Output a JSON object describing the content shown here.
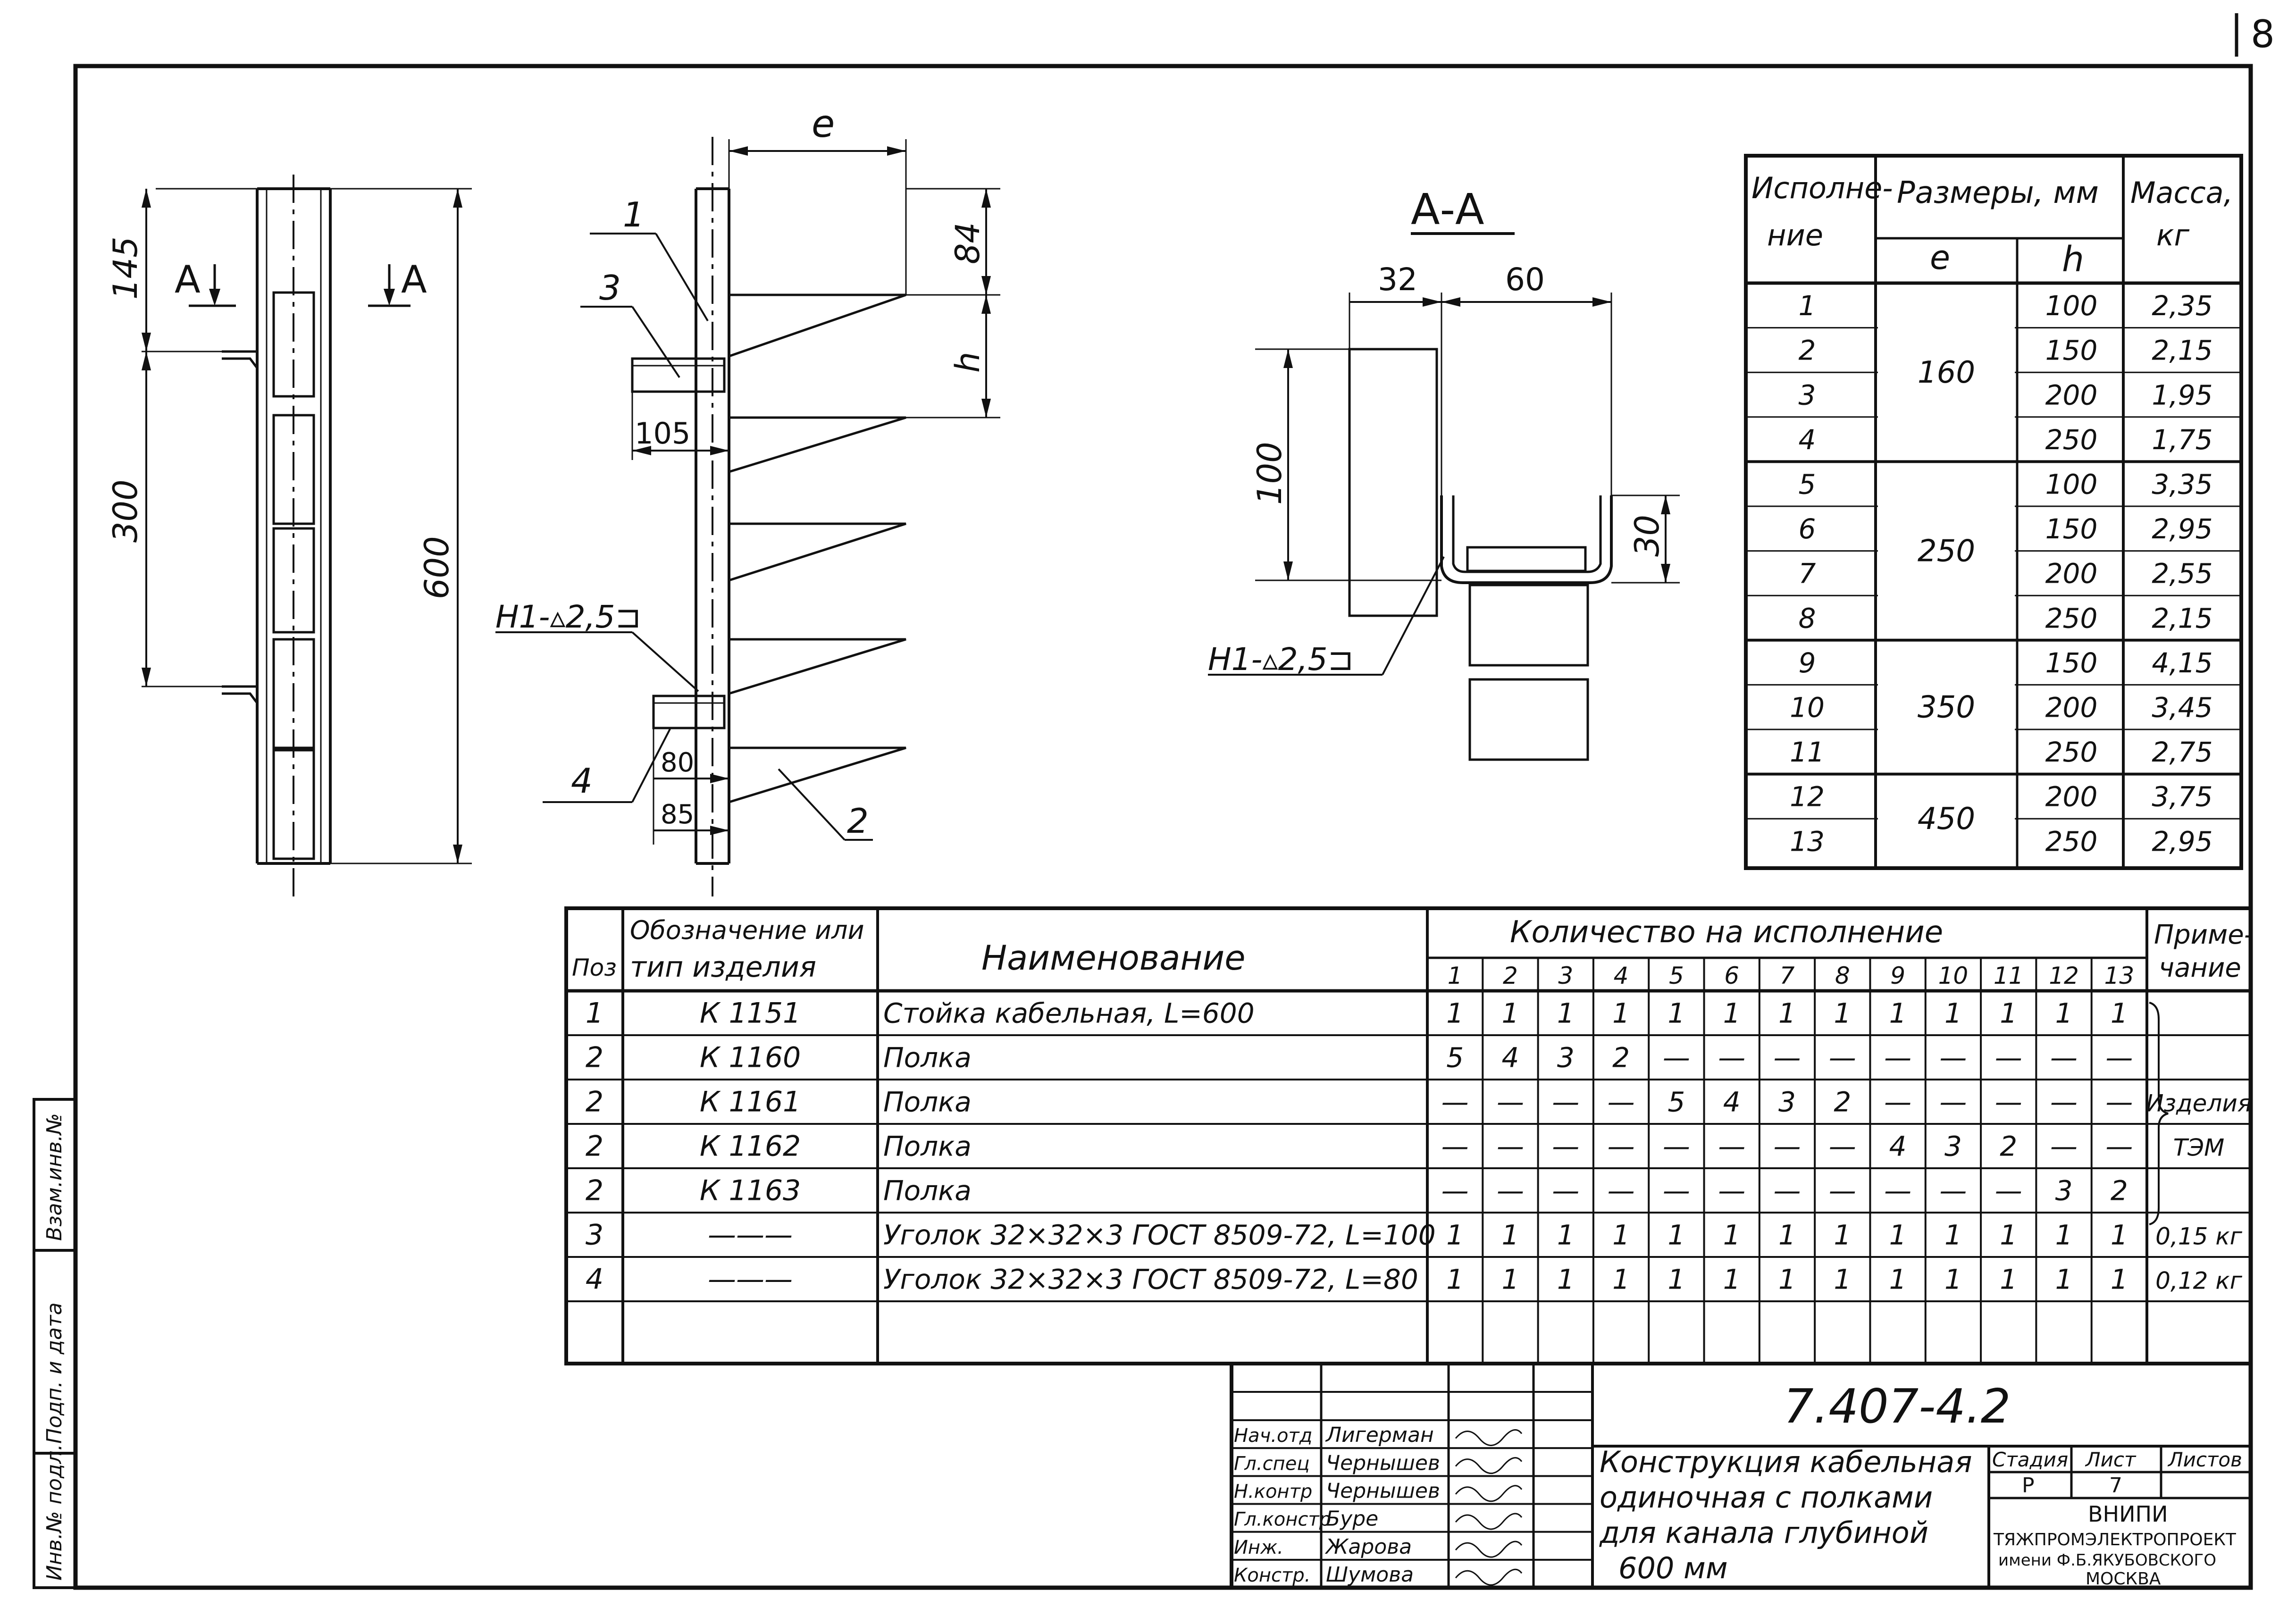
{
  "page_number": "8",
  "views": {
    "left": {
      "dim_145": "145",
      "dim_300": "300",
      "dim_600": "600",
      "section_mark": "A"
    },
    "middle": {
      "dim_e": "e",
      "dim_84": "84",
      "dim_h": "h",
      "dim_105": "105",
      "dim_80": "80",
      "dim_85": "85",
      "weld_note": "Н1-▵2,5⊐",
      "pos_1": "1",
      "pos_2": "2",
      "pos_3": "3",
      "pos_4": "4"
    },
    "section": {
      "title": "А-А",
      "dim_32": "32",
      "dim_60": "60",
      "dim_100": "100",
      "dim_30": "30",
      "weld_note": "Н1-▵2,5⊐"
    }
  },
  "size_table": {
    "headers": {
      "variant": "Исполне- ние",
      "sizes": "Размеры, мм",
      "e": "е",
      "h": "h",
      "mass": "Масса, кг"
    },
    "groups": [
      {
        "e": "160",
        "rows": [
          [
            "1",
            "100",
            "2,35"
          ],
          [
            "2",
            "150",
            "2,15"
          ],
          [
            "3",
            "200",
            "1,95"
          ],
          [
            "4",
            "250",
            "1,75"
          ]
        ]
      },
      {
        "e": "250",
        "rows": [
          [
            "5",
            "100",
            "3,35"
          ],
          [
            "6",
            "150",
            "2,95"
          ],
          [
            "7",
            "200",
            "2,55"
          ],
          [
            "8",
            "250",
            "2,15"
          ]
        ]
      },
      {
        "e": "350",
        "rows": [
          [
            "9",
            "150",
            "4,15"
          ],
          [
            "10",
            "200",
            "3,45"
          ],
          [
            "11",
            "250",
            "2,75"
          ]
        ]
      },
      {
        "e": "450",
        "rows": [
          [
            "12",
            "200",
            "3,75"
          ],
          [
            "13",
            "250",
            "2,95"
          ]
        ]
      }
    ]
  },
  "spec_table": {
    "headers": {
      "pos": "Поз",
      "designation": "Обозначение или тип изделия",
      "name": "Наименование",
      "qty": "Количество на исполнение",
      "note": "Приме- чание"
    },
    "variant_numbers": [
      "1",
      "2",
      "3",
      "4",
      "5",
      "6",
      "7",
      "8",
      "9",
      "10",
      "11",
      "12",
      "13"
    ],
    "rows": [
      {
        "pos": "1",
        "designation": "К 1151",
        "name": "Стойка кабельная, L=600",
        "qty": [
          "1",
          "1",
          "1",
          "1",
          "1",
          "1",
          "1",
          "1",
          "1",
          "1",
          "1",
          "1",
          "1"
        ],
        "note": ""
      },
      {
        "pos": "2",
        "designation": "К 1160",
        "name": "Полка",
        "qty": [
          "5",
          "4",
          "3",
          "2",
          "—",
          "—",
          "—",
          "—",
          "—",
          "—",
          "—",
          "—",
          "—"
        ],
        "note": ""
      },
      {
        "pos": "2",
        "designation": "К 1161",
        "name": "Полка",
        "qty": [
          "—",
          "—",
          "—",
          "—",
          "5",
          "4",
          "3",
          "2",
          "—",
          "—",
          "—",
          "—",
          "—"
        ],
        "note": "Изделия"
      },
      {
        "pos": "2",
        "designation": "К 1162",
        "name": "Полка",
        "qty": [
          "—",
          "—",
          "—",
          "—",
          "—",
          "—",
          "—",
          "—",
          "4",
          "3",
          "2",
          "—",
          "—"
        ],
        "note": "ТЭМ"
      },
      {
        "pos": "2",
        "designation": "К 1163",
        "name": "Полка",
        "qty": [
          "—",
          "—",
          "—",
          "—",
          "—",
          "—",
          "—",
          "—",
          "—",
          "—",
          "—",
          "3",
          "2"
        ],
        "note": ""
      },
      {
        "pos": "3",
        "designation": "———",
        "name": "Уголок 32×32×3 ГОСТ 8509-72, L=100",
        "qty": [
          "1",
          "1",
          "1",
          "1",
          "1",
          "1",
          "1",
          "1",
          "1",
          "1",
          "1",
          "1",
          "1"
        ],
        "note": "0,15 кг"
      },
      {
        "pos": "4",
        "designation": "———",
        "name": "Уголок 32×32×3 ГОСТ 8509-72, L=80",
        "qty": [
          "1",
          "1",
          "1",
          "1",
          "1",
          "1",
          "1",
          "1",
          "1",
          "1",
          "1",
          "1",
          "1"
        ],
        "note": "0,12 кг"
      }
    ]
  },
  "title_block": {
    "doc_number": "7.407-4.2",
    "title_lines": [
      "Конструкция кабельная",
      "одиночная с полками",
      "для канала глубиной",
      "600 мм"
    ],
    "stage_label": "Стадия",
    "sheet_label": "Лист",
    "sheets_label": "Листов",
    "stage": "Р",
    "sheet": "7",
    "org_lines": [
      "ВНИПИ",
      "ТЯЖПРОМЭЛЕКТРОПРОЕКТ",
      "имени Ф.Б.ЯКУБОВСКОГО",
      "МОСКВА"
    ],
    "people": [
      {
        "role": "Нач.отд",
        "name": "Лигерман"
      },
      {
        "role": "Гл.спец",
        "name": "Чернышев"
      },
      {
        "role": "Н.контр",
        "name": "Чернышев"
      },
      {
        "role": "Гл.констр",
        "name": "Буре"
      },
      {
        "role": "Инж.",
        "name": "Жарова"
      },
      {
        "role": "Констр.",
        "name": "Шумова"
      }
    ]
  },
  "side_stamp": [
    "Инв.№ подл.",
    "Подп. и дата",
    "Взам.инв.№"
  ]
}
